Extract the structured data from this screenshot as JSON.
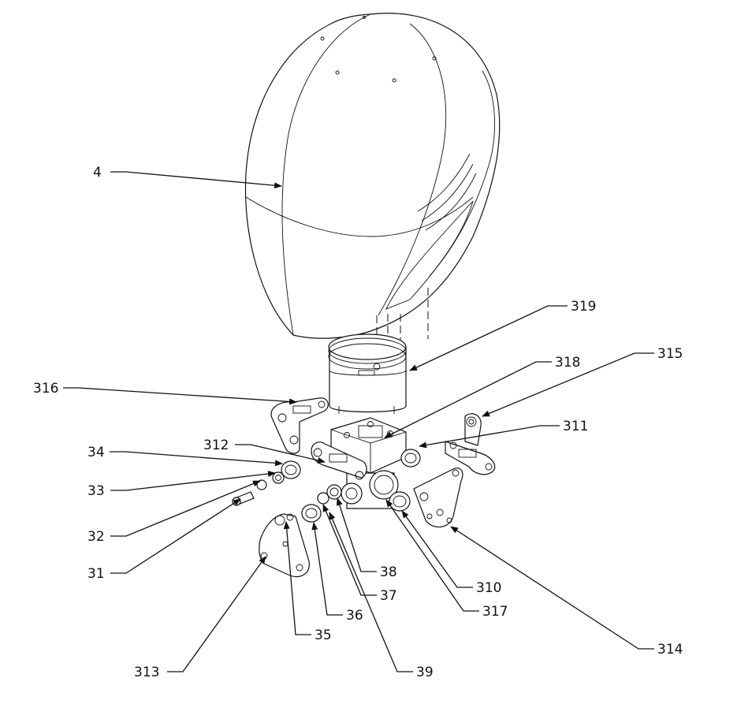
{
  "figure": {
    "callouts": [
      {
        "id": "4",
        "text": "4"
      },
      {
        "id": "319",
        "text": "319"
      },
      {
        "id": "318",
        "text": "318"
      },
      {
        "id": "315",
        "text": "315"
      },
      {
        "id": "316",
        "text": "316"
      },
      {
        "id": "311",
        "text": "311"
      },
      {
        "id": "312",
        "text": "312"
      },
      {
        "id": "34",
        "text": "34"
      },
      {
        "id": "33",
        "text": "33"
      },
      {
        "id": "32",
        "text": "32"
      },
      {
        "id": "31",
        "text": "31"
      },
      {
        "id": "38",
        "text": "38"
      },
      {
        "id": "37",
        "text": "37"
      },
      {
        "id": "36",
        "text": "36"
      },
      {
        "id": "35",
        "text": "35"
      },
      {
        "id": "310",
        "text": "310"
      },
      {
        "id": "317",
        "text": "317"
      },
      {
        "id": "314",
        "text": "314"
      },
      {
        "id": "313",
        "text": "313"
      },
      {
        "id": "39",
        "text": "39"
      }
    ]
  }
}
